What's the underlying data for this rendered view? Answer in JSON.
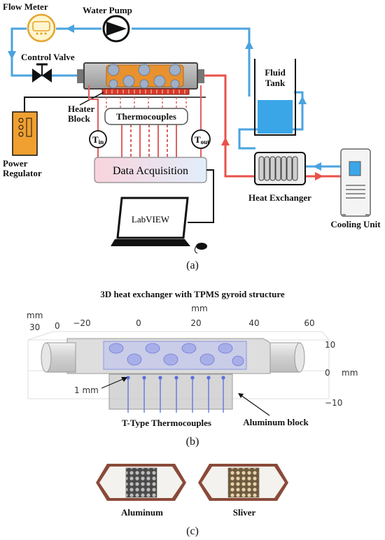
{
  "panel_a": {
    "flow_meter": "Flow Meter",
    "water_pump": "Water Pump",
    "control_valve": "Control Valve",
    "fluid_tank_line1": "Fluid",
    "fluid_tank_line2": "Tank",
    "heater_block_line1": "Heater",
    "heater_block_line2": "Block",
    "thermocouples": "Thermocouples",
    "t_in_main": "T",
    "t_in_sub": "in",
    "t_out_main": "T",
    "t_out_sub": "out",
    "power_regulator_line1": "Power",
    "power_regulator_line2": "Regulator",
    "data_acquisition": "Data Acquisition",
    "heat_exchanger": "Heat Exchanger",
    "cooling_unit": "Cooling Unit",
    "labview": "LabVIEW",
    "caption": "(a)"
  },
  "panel_b": {
    "title": "3D heat exchanger with TPMS gyroid structure",
    "x_unit_top": "mm",
    "x_ticks": [
      "−20",
      "0",
      "20",
      "40",
      "60"
    ],
    "x_tick_zero_left": "0",
    "z_unit": "mm",
    "z_tick": "30",
    "y_ticks": [
      "10",
      "0",
      "−10"
    ],
    "y_unit": "mm",
    "gap_label": "1 mm",
    "thermocouples_label": "T-Type Thermocouples",
    "block_label": "Aluminum block",
    "caption": "(b)"
  },
  "panel_c": {
    "sample_left": "Aluminum",
    "sample_right": "Sliver",
    "caption": "(c)"
  },
  "colors": {
    "cold_loop": "#4aa3df",
    "hot_loop": "#e8524a",
    "sensor_wire": "#e06060",
    "regulator": "#f0a030",
    "gyroid": "#e9912f",
    "thermocouple_probe": "#5b6ee0"
  }
}
